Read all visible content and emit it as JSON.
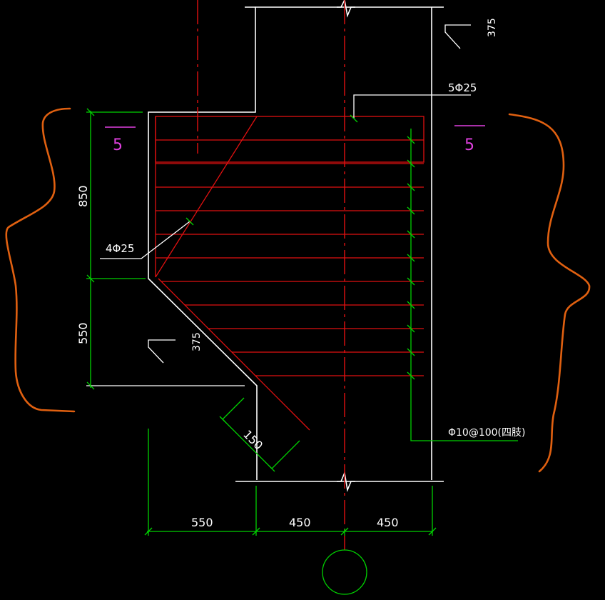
{
  "colors": {
    "background": "#000000",
    "outline": "#ffffff",
    "rebar": "#e01010",
    "dimension": "#00d000",
    "section_mark": "#e040e0",
    "brace": "#e06010",
    "axis_circle": "#00d000"
  },
  "dimensions": {
    "upper_height": "850",
    "lower_height": "550",
    "bottom_left": "550",
    "bottom_mid": "450",
    "bottom_right": "450",
    "slope_offset": "150",
    "hook_top": "375",
    "hook_slope": "375"
  },
  "labels": {
    "rebar_slope": "4Φ25",
    "rebar_top": "5Φ25",
    "stirrup": "Φ10@100(四肢)"
  },
  "section_marks": {
    "left": "5",
    "right": "5"
  }
}
